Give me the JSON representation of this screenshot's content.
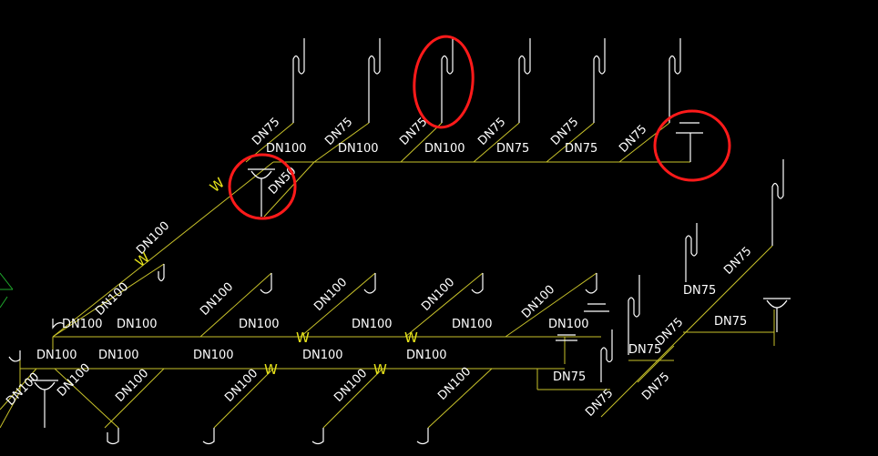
{
  "colors": {
    "background": "#000000",
    "pipe": "#c8c22a",
    "riser": "#ffffff",
    "label": "#ffffff",
    "w_marker": "#e6e21a",
    "annotation": "#ff1a1a",
    "axis": "#1fa82c"
  },
  "labels": {
    "dn75": "DN75",
    "dn100": "DN100",
    "dn50": "DN50",
    "w": "W"
  }
}
